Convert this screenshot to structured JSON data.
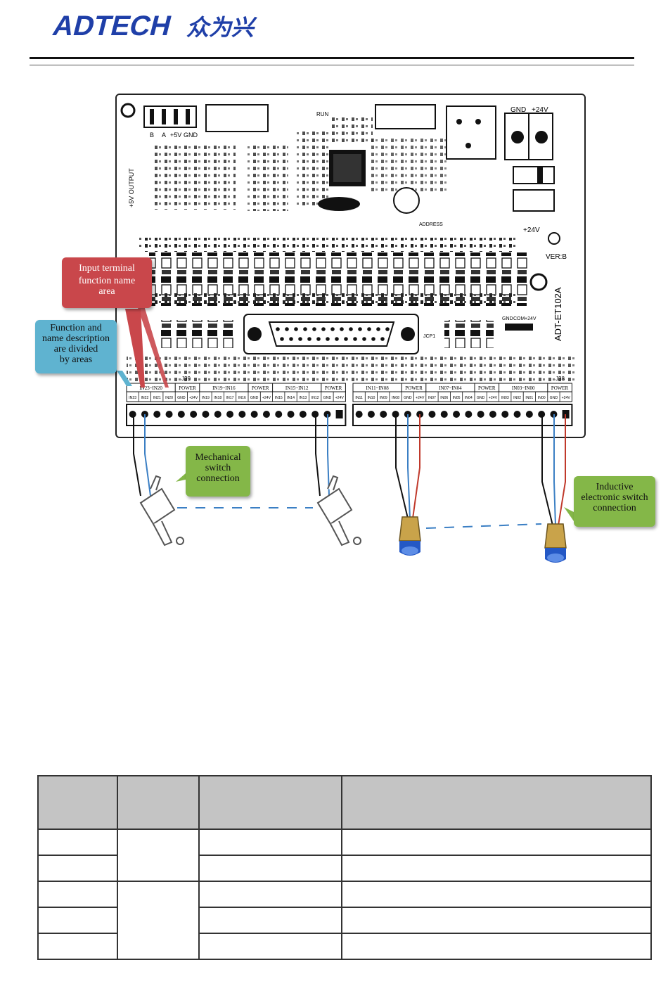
{
  "header": {
    "brand": "ADTECH",
    "brand_cn": "众为兴"
  },
  "board": {
    "model": "ADT-ET102A",
    "version": "VER:B",
    "connector": "JCP1",
    "address": "ADDRESS",
    "run": "RUN",
    "left_labels": [
      "B",
      "A",
      "+5V",
      "GND"
    ],
    "power_labels": [
      "GND",
      "+24V"
    ],
    "output_label": "+5V OUTPUT",
    "plus24": "+24V",
    "com_labels": [
      "GND",
      "COM",
      "+24V"
    ],
    "j39": "J39",
    "j38": "J38",
    "groups": [
      "IN23~IN20",
      "POWER",
      "IN19~IN16",
      "POWER",
      "IN15~IN12",
      "POWER",
      "IN11~IN08",
      "POWER",
      "IN07~IN04",
      "POWER",
      "IN03~IN00",
      "POWER"
    ],
    "terminals_left": [
      "IN23",
      "IN22",
      "IN21",
      "IN20",
      "GND",
      "+24V",
      "IN19",
      "IN18",
      "IN17",
      "IN16",
      "GND",
      "+24V",
      "IN15",
      "IN14",
      "IN13",
      "IN12",
      "GND",
      "+24V"
    ],
    "terminals_right": [
      "IN11",
      "IN10",
      "IN09",
      "IN08",
      "GND",
      "+24V",
      "IN07",
      "IN06",
      "IN05",
      "IN04",
      "GND",
      "+24V",
      "IN03",
      "IN02",
      "IN01",
      "IN00",
      "GND",
      "+24V"
    ]
  },
  "callouts": {
    "input_area": [
      "Input terminal",
      "function name",
      "area"
    ],
    "function_desc": [
      "Function and",
      "name description",
      "are divided",
      "by areas"
    ],
    "mechanical": [
      "Mechanical",
      "switch",
      "connection"
    ],
    "inductive": [
      "Inductive",
      "electronic switch",
      "connection"
    ]
  },
  "colors": {
    "brand": "#1f3fa8",
    "callout_red": "#c9474b",
    "callout_blue": "#5fb3d0",
    "callout_green": "#84b748",
    "wire_black": "#111111",
    "wire_blue": "#3b7fc4",
    "wire_red": "#c0392b",
    "table_header": "#c4c4c4"
  }
}
